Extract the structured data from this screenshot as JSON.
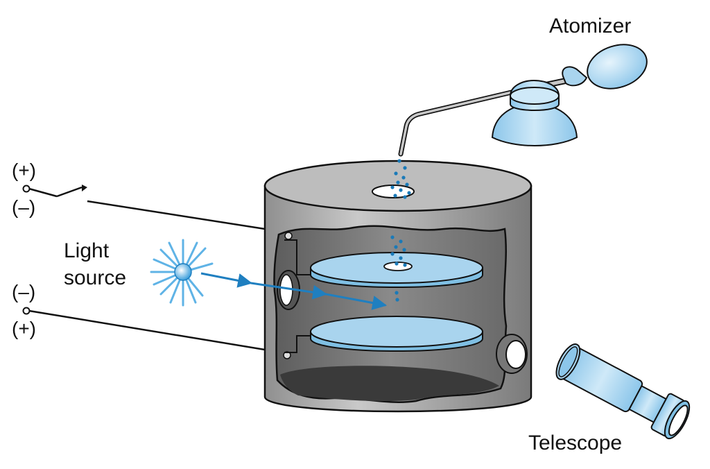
{
  "labels": {
    "atomizer": "Atomizer",
    "light_source_line1": "Light",
    "light_source_line2": "source",
    "telescope": "Telescope"
  },
  "terminals": {
    "top_positive": "(+)",
    "top_negative": "(–)",
    "bottom_negative": "(–)",
    "bottom_positive": "(+)"
  },
  "colors": {
    "light_blue": "#a9d4ee",
    "mid_blue": "#7fbfe3",
    "droplet_blue": "#1a7ab8",
    "beam_blue": "#1f7fc0",
    "cylinder_gray": "#a3a3a3",
    "interior_gray": "#6d6d6d"
  }
}
